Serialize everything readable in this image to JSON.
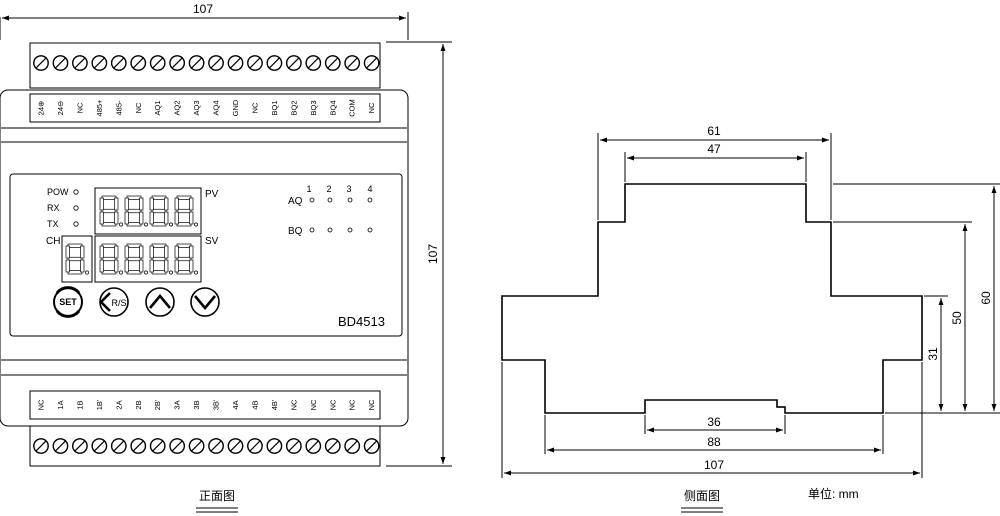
{
  "front": {
    "top_width": "107",
    "height": "107",
    "top_terminals": [
      "24⊕",
      "24⊖",
      "NC",
      "485+",
      "485-",
      "NC",
      "AQ1",
      "AQ2",
      "AQ3",
      "AQ4",
      "GND",
      "NC",
      "BQ1",
      "BQ2",
      "BQ3",
      "BQ4",
      "COM",
      "NC"
    ],
    "bottom_terminals": [
      "NC",
      "1A",
      "1B",
      "1B'",
      "2A",
      "2B",
      "2B'",
      "3A",
      "3B",
      "3B'",
      "4A",
      "4B",
      "4B'",
      "NC",
      "NC",
      "NC",
      "NC",
      "NC"
    ],
    "leds": [
      "POW",
      "RX",
      "TX"
    ],
    "ch_label": "CH",
    "pv_label": "PV",
    "sv_label": "SV",
    "aq_label": "AQ",
    "bq_label": "BQ",
    "channels": [
      "1",
      "2",
      "3",
      "4"
    ],
    "set_button": "SET",
    "rs_button": "R/S",
    "model": "BD4513",
    "caption": "正面图"
  },
  "side": {
    "dim_61": "61",
    "dim_47": "47",
    "dim_60": "60",
    "dim_50": "50",
    "dim_31": "31",
    "dim_36": "36",
    "dim_88": "88",
    "dim_107": "107",
    "caption": "侧面图",
    "unit": "单位: mm"
  }
}
